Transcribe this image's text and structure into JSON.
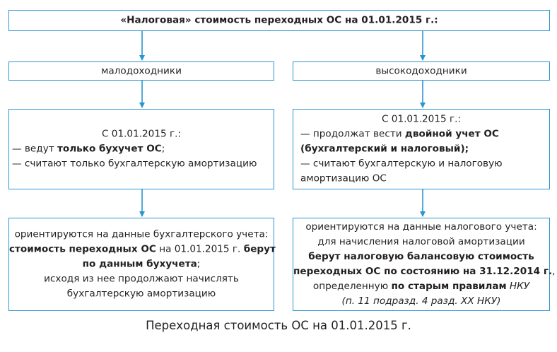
{
  "top": {
    "text": "«Налоговая» стоимость переходных ОС на 01.01.2015 г.:"
  },
  "left": {
    "category": "малодоходники",
    "accounting": {
      "date": "С 01.01.2015 г.:",
      "item1_prefix": "— ведут ",
      "item1_bold": "только бухучет ОС",
      "item1_suffix": ";",
      "item2": "— считают только бухгалтерскую амортизацию"
    },
    "basis": {
      "line1": "ориентируются на данные бухгалтерского учета:",
      "line2_bold_a": "стоимость переходных ОС",
      "line2_mid": " на 01.01.2015 г. ",
      "line2_bold_b": "берут",
      "line3_bold": "по данным бухучета",
      "line3_suffix": ";",
      "line4": "исходя из нее продолжают начислять",
      "line5": "бухгалтерскую амортизацию"
    }
  },
  "right": {
    "category": "высокодоходники",
    "accounting": {
      "date": "С 01.01.2015 г.:",
      "item1_prefix": "— продолжат вести ",
      "item1_bold": "двойной учет ОС",
      "item1_bold_line2": "(бухгалтерский и налоговый);",
      "item2_line1": "— считают бухгалтерскую и налоговую",
      "item2_line2": "амортизацию ОС"
    },
    "basis": {
      "line1": "ориентируются на данные налогового учета:",
      "line2": "для начисления налоговой амортизации",
      "line3_bold": "берут налоговую балансовую стоимость",
      "line4_bold": "переходных ОС по состоянию на 31.12.2014 г.",
      "line4_suffix": ",",
      "line5_prefix": "определенную ",
      "line5_bold": "по старым правилам",
      "line5_italic": " НКУ",
      "line6_italic": "(п. 11 подразд. 4 разд. XX НКУ)"
    }
  },
  "caption": "Переходная стоимость ОС на 01.01.2015 г.",
  "colors": {
    "border": "#2a94cf",
    "arrow": "#2a94cf",
    "text": "#231f20"
  }
}
